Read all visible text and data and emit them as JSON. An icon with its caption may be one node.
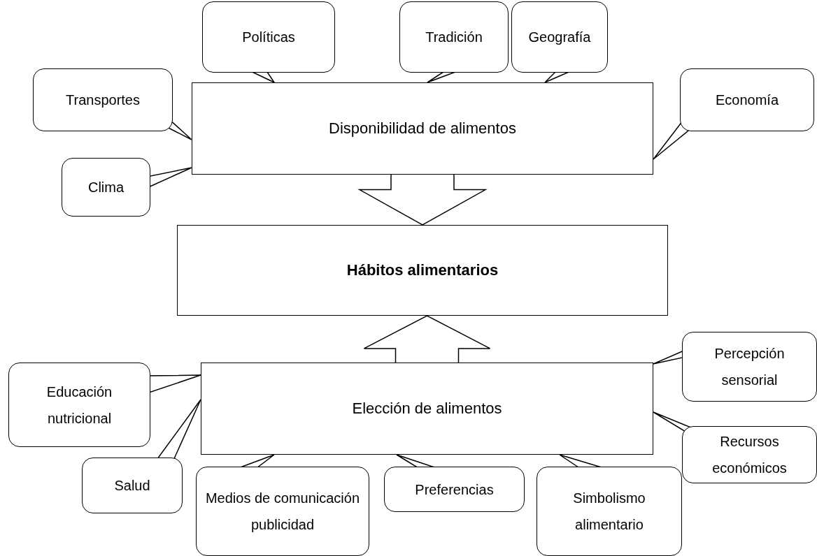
{
  "diagram": {
    "nodes": [
      {
        "text": [
          "Disponibilidad de alimentos"
        ]
      },
      {
        "text": [
          "Hábitos alimentarios"
        ]
      },
      {
        "text": [
          "Elección de alimentos"
        ]
      },
      {
        "text": [
          "Transportes"
        ]
      },
      {
        "text": [
          "Políticas"
        ]
      },
      {
        "text": [
          "Tradición"
        ]
      },
      {
        "text": [
          "Geografía"
        ]
      },
      {
        "text": [
          "Economía"
        ]
      },
      {
        "text": [
          "Clima"
        ]
      },
      {
        "text": [
          "Educación nutricional"
        ]
      },
      {
        "text": [
          "Percepción sensorial"
        ]
      },
      {
        "text": [
          "Recursos económicos"
        ]
      },
      {
        "text": [
          "Salud"
        ]
      },
      {
        "text": [
          "Medios de comunicación publicidad"
        ]
      },
      {
        "text": [
          "Preferencias"
        ]
      },
      {
        "text": [
          "Simbolismo alimentario"
        ]
      }
    ],
    "edges": [
      {
        "from": 0,
        "to": 1,
        "arrow": "to",
        "style": "thick"
      },
      {
        "from": 2,
        "to": 1,
        "arrow": "to",
        "style": "thick"
      },
      {
        "from": 3,
        "to": 0,
        "arrow": "none"
      },
      {
        "from": 4,
        "to": 0,
        "arrow": "none"
      },
      {
        "from": 5,
        "to": 0,
        "arrow": "none"
      },
      {
        "from": 6,
        "to": 0,
        "arrow": "none"
      },
      {
        "from": 7,
        "to": 0,
        "arrow": "none"
      },
      {
        "from": 8,
        "to": 0,
        "arrow": "none"
      },
      {
        "from": 9,
        "to": 2,
        "arrow": "none"
      },
      {
        "from": 10,
        "to": 2,
        "arrow": "none"
      },
      {
        "from": 11,
        "to": 2,
        "arrow": "none"
      },
      {
        "from": 12,
        "to": 2,
        "arrow": "none"
      },
      {
        "from": 13,
        "to": 2,
        "arrow": "none"
      },
      {
        "from": 14,
        "to": 2,
        "arrow": "none"
      },
      {
        "from": 15,
        "to": 2,
        "arrow": "none"
      }
    ]
  }
}
